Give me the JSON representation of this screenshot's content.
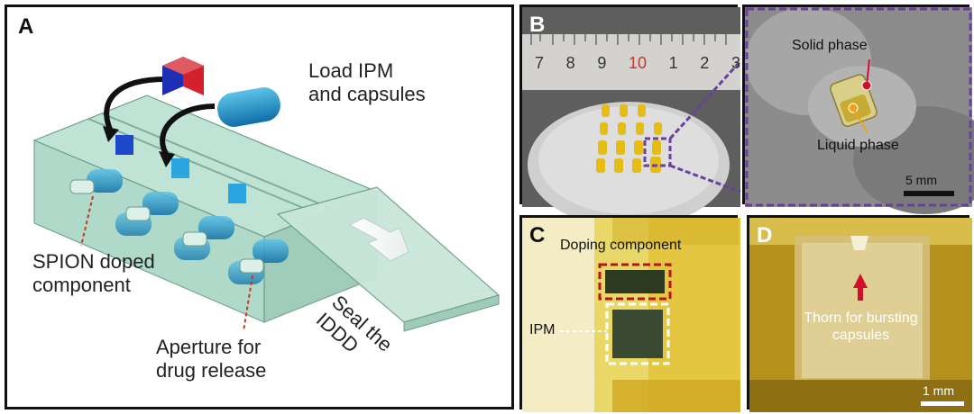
{
  "panels": {
    "a": {
      "letter": "A",
      "load_label_1": "Load IPM",
      "load_label_2": "and capsules",
      "spion_label_1": "SPION doped",
      "spion_label_2": "component",
      "aperture_label_1": "Aperture for",
      "aperture_label_2": "drug release",
      "seal_label_1": "Seal the",
      "seal_label_2": "IDDD"
    },
    "b": {
      "letter": "B",
      "ruler_ticks": [
        "7",
        "8",
        "9",
        "10",
        "1",
        "2",
        "3"
      ],
      "solid_phase": "Solid phase",
      "liquid_phase": "Liquid phase",
      "scale": "5 mm"
    },
    "c": {
      "letter": "C",
      "doping_label": "Doping component",
      "ipm_label": "IPM"
    },
    "d": {
      "letter": "D",
      "thorn_label_1": "Thorn for bursting",
      "thorn_label_2": "capsules",
      "scale": "1 mm"
    }
  },
  "colors": {
    "device_body": "#a9d6c4",
    "capsule_blue": "#1e86c2",
    "cube_red": "#d3222e",
    "cube_blue": "#1c2fb5",
    "leader_red": "#c0392b",
    "zoom_purple": "#6a3fa0",
    "dot_red": "#d0102a",
    "dot_orange": "#f0a21a",
    "resin_yellow": "#e6ce55"
  }
}
